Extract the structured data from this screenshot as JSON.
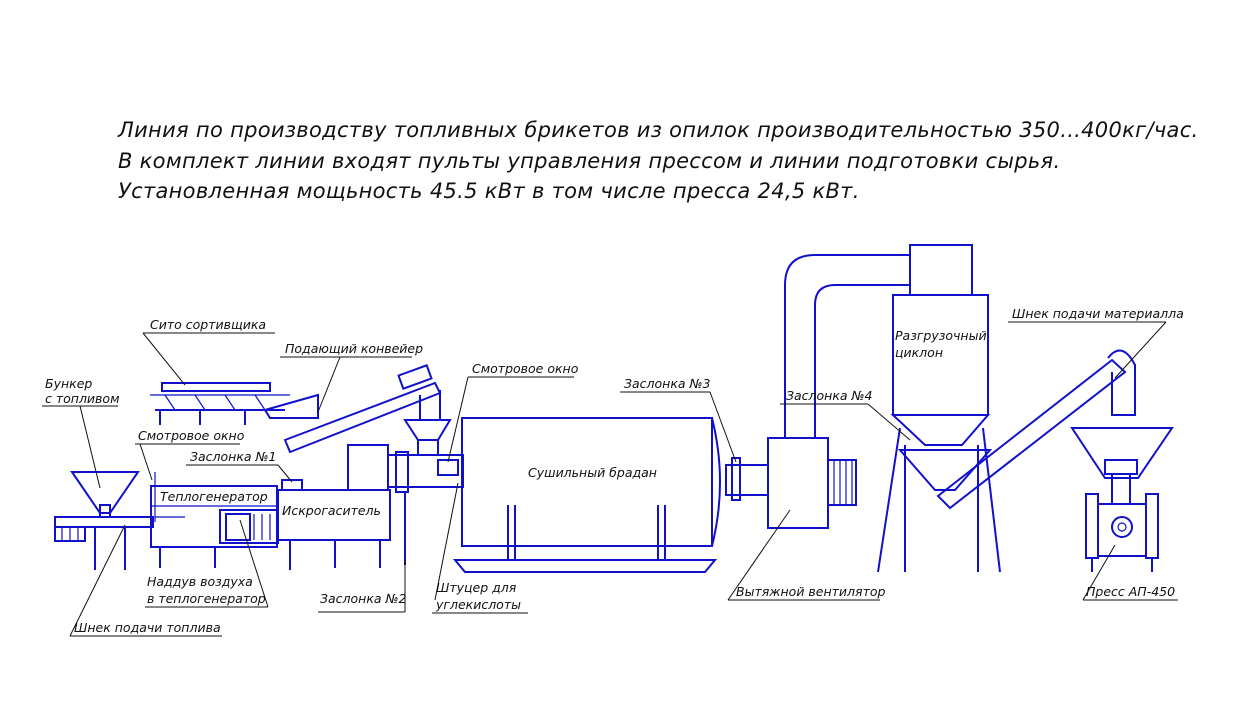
{
  "header": {
    "line1": "Линия по производству топливных брикетов из опилок  производительностью 350...400кг/час.",
    "line2": "В комплект линии входят пульты управления прессом и линии подготовки сырья.",
    "line3": "Установленная мощьность 45.5 кВт в том числе пресса 24,5 кВт."
  },
  "labels": {
    "bunker_1": "Бункер",
    "bunker_2": "с топливом",
    "sieve": "Сито сортивщика",
    "feeding_conveyor": "Подающий конвейер",
    "viewing_window_left": "Смотровое окно",
    "damper_1": "Заслонка №1",
    "heat_generator": "Теплогенератор",
    "spark_arrester": "Искрогаситель",
    "viewing_window_right": "Смотровое окно",
    "drying_drum": "Сушильный брадан",
    "damper_3": "Заслонка №3",
    "damper_4": "Заслонка №4",
    "cyclone_1": "Разгрузочный",
    "cyclone_2": "циклон",
    "material_screw": "Шнек подачи материалла",
    "air_blow_1": "Наддув воздуха",
    "air_blow_2": "в теплогенератор",
    "damper_2": "Заслонка №2",
    "co2_fitting_1": "Штуцер для",
    "co2_fitting_2": "углекислоты",
    "exhaust_fan": "Вытяжной вентилятор",
    "press": "Пресс АП-450",
    "fuel_screw": "Шнек подачи топлива"
  },
  "colors": {
    "equipment": "#1111cc",
    "text": "#111111"
  }
}
